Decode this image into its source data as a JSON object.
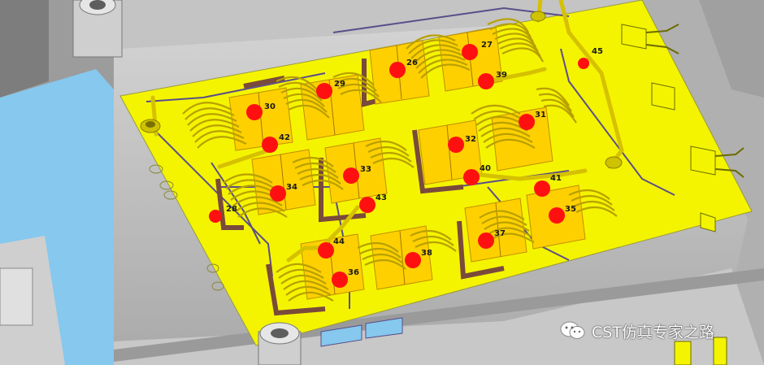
{
  "scene": {
    "colors": {
      "substrate": "#f4f400",
      "trace": "#5a4e8a",
      "pad": "#7a4a3a",
      "die": "#ffd000",
      "bond": "#ff1010",
      "wire": "#b8a000",
      "housing": "#c9c9c9",
      "housing_dark": "#8e8e8e",
      "baseplate": "#86c8ee"
    },
    "labels": [
      {
        "id": "n26",
        "text": "26"
      },
      {
        "id": "n27",
        "text": "27"
      },
      {
        "id": "n39",
        "text": "39"
      },
      {
        "id": "n45",
        "text": "45"
      },
      {
        "id": "n30",
        "text": "30"
      },
      {
        "id": "n29",
        "text": "29"
      },
      {
        "id": "n42",
        "text": "42"
      },
      {
        "id": "n32",
        "text": "32"
      },
      {
        "id": "n31",
        "text": "31"
      },
      {
        "id": "n33",
        "text": "33"
      },
      {
        "id": "n40",
        "text": "40"
      },
      {
        "id": "n34",
        "text": "34"
      },
      {
        "id": "n43",
        "text": "43"
      },
      {
        "id": "n41",
        "text": "41"
      },
      {
        "id": "n35",
        "text": "35"
      },
      {
        "id": "n44",
        "text": "44"
      },
      {
        "id": "n37",
        "text": "37"
      },
      {
        "id": "n36",
        "text": "36"
      },
      {
        "id": "n38",
        "text": "38"
      },
      {
        "id": "n28",
        "text": "28"
      }
    ]
  },
  "watermark": {
    "text": "CST仿真专家之路",
    "icon": "wechat-icon"
  }
}
